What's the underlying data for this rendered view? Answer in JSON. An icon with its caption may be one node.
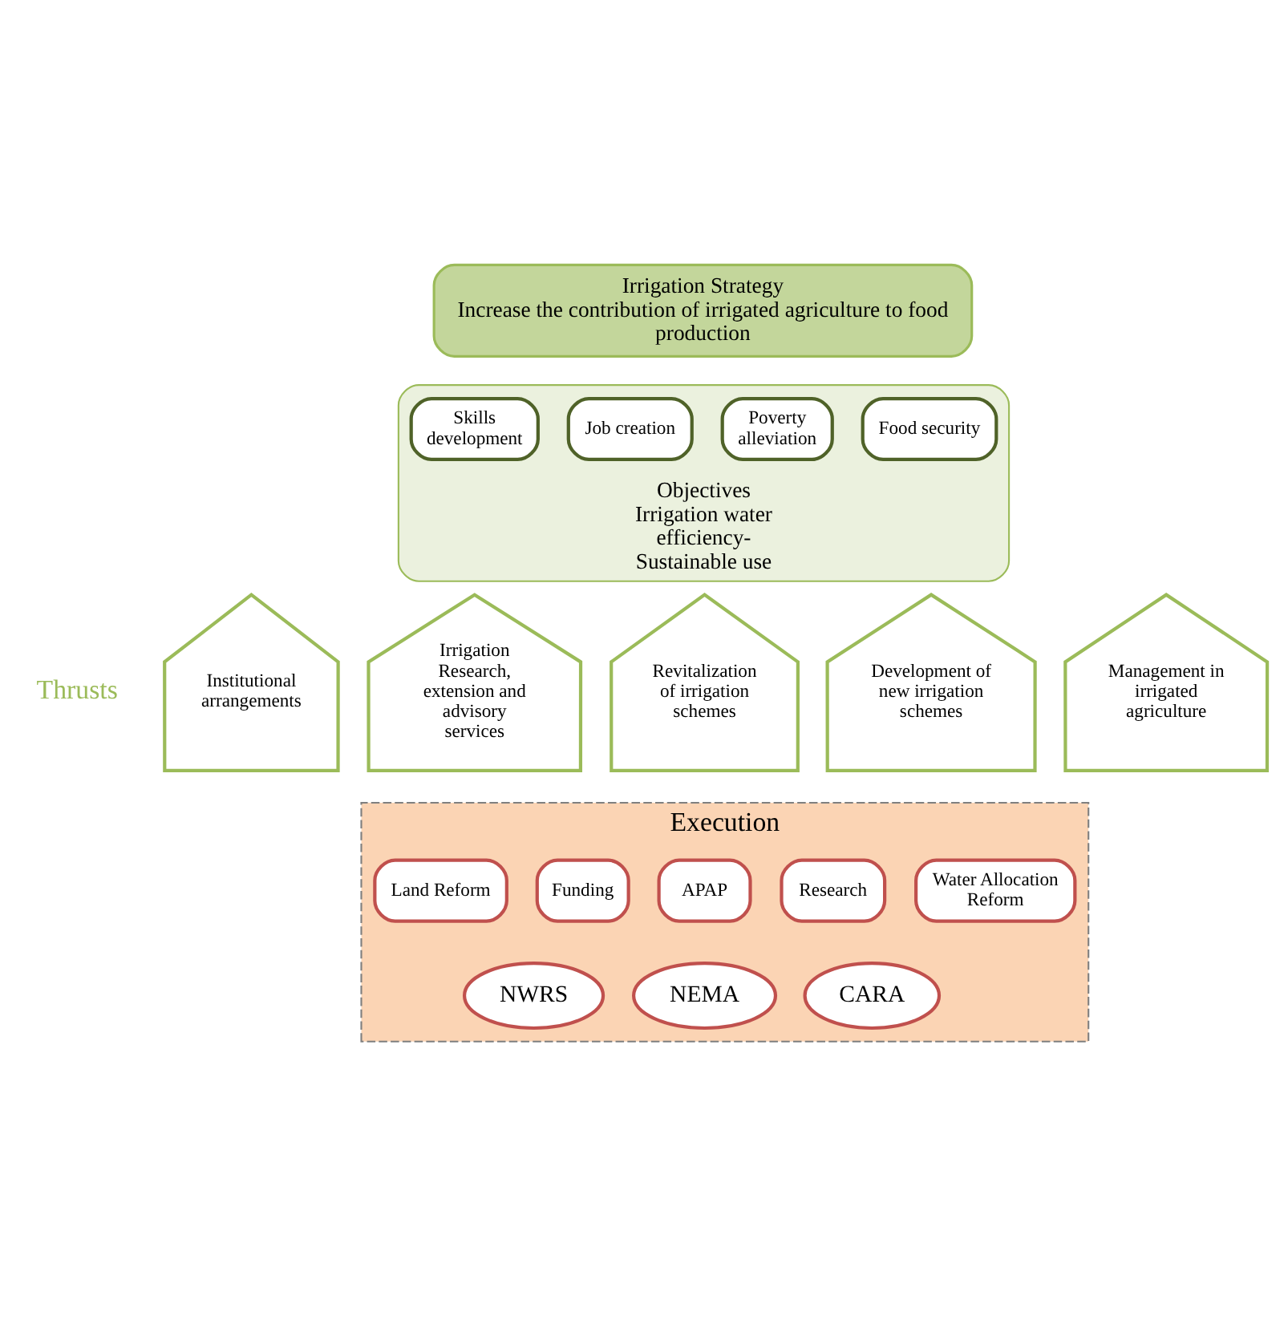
{
  "diagram": {
    "nodes": [
      {
        "text": [
          "Irrigation Strategy",
          "Increase the contribution of irrigated agriculture to food production"
        ]
      },
      {
        "text": [
          "Objectives",
          "Irrigation water efficiency- Sustainable use"
        ]
      },
      {
        "text": [
          "Food security"
        ],
        "in": 1
      },
      {
        "text": [
          "Poverty alleviation"
        ],
        "in": 1
      },
      {
        "text": [
          "Job creation"
        ],
        "in": 1
      },
      {
        "text": [
          "Skills development"
        ],
        "in": 1
      },
      {
        "text": [
          "Institutional arrangements"
        ]
      },
      {
        "text": [
          "Irrigation Research, extension and advisory services"
        ]
      },
      {
        "text": [
          "Revitalization of irrigation schemes"
        ]
      },
      {
        "text": [
          "Development of new irrigation schemes"
        ]
      },
      {
        "text": [
          "Management in irrigated agriculture"
        ]
      },
      {
        "text": [
          "Execution"
        ]
      },
      {
        "text": [
          "Funding"
        ],
        "in": 11
      },
      {
        "text": [
          "Land Reform"
        ],
        "in": 11
      },
      {
        "text": [
          "Water Allocation Reform"
        ],
        "in": 11
      },
      {
        "text": [
          "Research"
        ],
        "in": 11
      },
      {
        "text": [
          "APAP"
        ],
        "in": 11
      },
      {
        "text": [
          "NEMA"
        ],
        "in": 11
      },
      {
        "text": [
          "CARA"
        ],
        "in": 11
      },
      {
        "text": [
          "NWRS"
        ],
        "in": 11
      }
    ],
    "labels": [
      "Thrusts"
    ]
  }
}
